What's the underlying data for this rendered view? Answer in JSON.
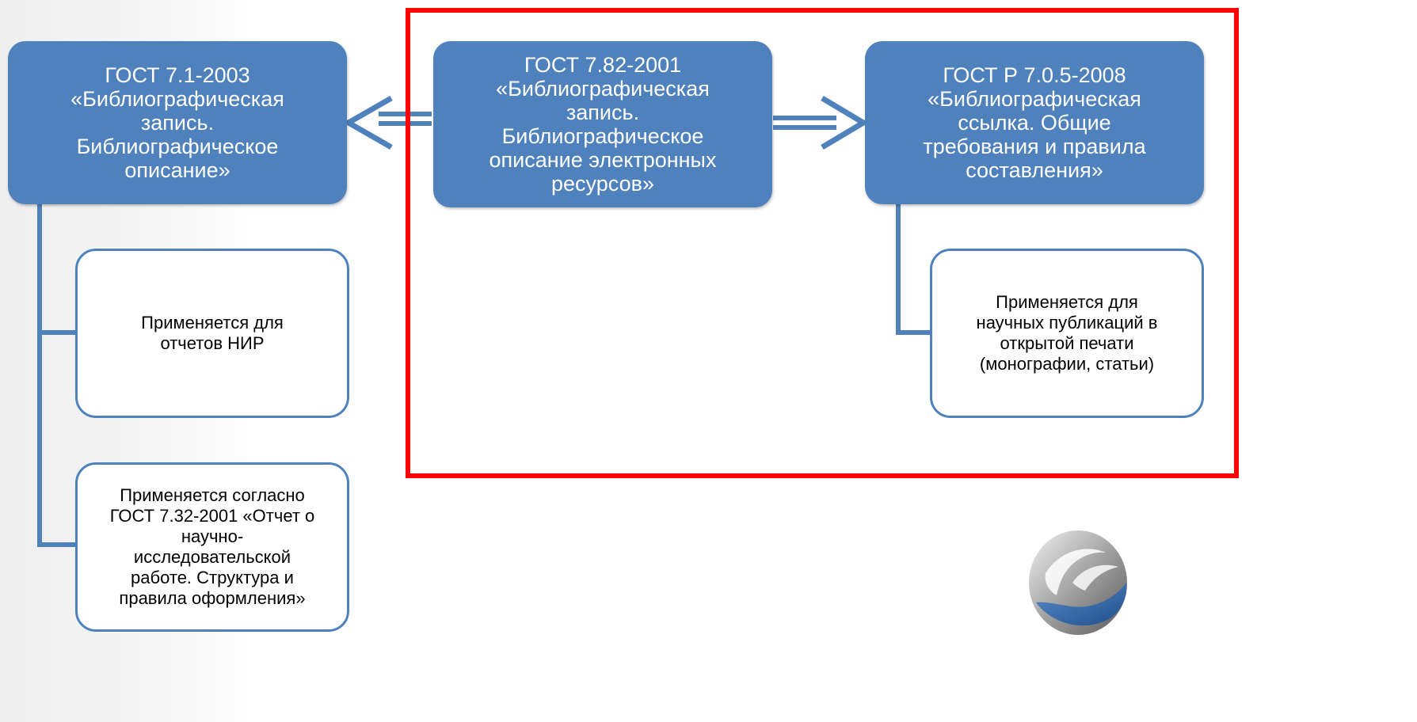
{
  "diagram": {
    "nodes": {
      "gost_7_1": {
        "text": "ГОСТ 7.1-2003\n«Библиографическая\nзапись.\nБиблиографическое\nописание»"
      },
      "gost_7_82": {
        "text": "ГОСТ 7.82-2001\n«Библиографическая\nзапись.\nБиблиографическое\nописание электронных\nресурсов»"
      },
      "gost_r_7_0_5": {
        "text": "ГОСТ Р 7.0.5-2008\n«Библиографическая\nссылка. Общие\nтребования и правила\nсоставления»"
      },
      "nir_reports": {
        "text": "Применяется для\nотчетов НИР"
      },
      "gost_7_32": {
        "text": "Применяется согласно\nГОСТ 7.32-2001 «Отчет о\nнаучно-\nисследовательской\nработе. Структура и\nправила оформления»"
      },
      "scientific_pubs": {
        "text": "Применяется для\nнаучных публикаций в\nоткрытой печати\n(монографии, статьи)"
      }
    },
    "edges": [
      {
        "from": "gost_7_82",
        "to": "gost_7_1",
        "style": "double-arrow"
      },
      {
        "from": "gost_7_82",
        "to": "gost_r_7_0_5",
        "style": "double-arrow"
      },
      {
        "from": "gost_7_1",
        "to": "nir_reports",
        "style": "connector"
      },
      {
        "from": "gost_7_1",
        "to": "gost_7_32",
        "style": "connector"
      },
      {
        "from": "gost_r_7_0_5",
        "to": "scientific_pubs",
        "style": "connector"
      }
    ],
    "colors": {
      "node_fill": "#4f81bd",
      "node_text": "#ffffff",
      "connector": "#4f81bd",
      "highlight_frame": "#ff0000"
    }
  },
  "logo": {
    "icon": "organization-logo-icon"
  }
}
